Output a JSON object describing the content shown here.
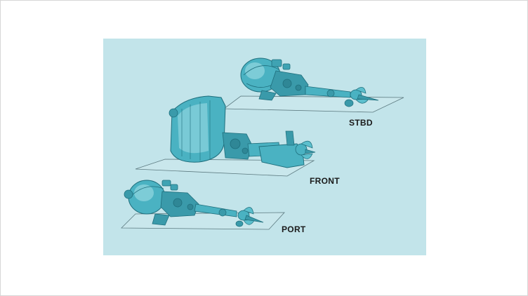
{
  "colors": {
    "panel_bg": "#c2e4ea",
    "model": "#4ab2c2",
    "model_light": "#8ad2dc",
    "model_dark": "#1e6e7c",
    "plane": "#c9e7ec",
    "plane_edge": "#5c7a80",
    "label": "#1a1a1a"
  },
  "views": [
    {
      "id": "stbd",
      "label": "STBD"
    },
    {
      "id": "front",
      "label": "FRONT"
    },
    {
      "id": "port",
      "label": "PORT"
    }
  ],
  "icons": [
    "outboard-motor-3d-model"
  ]
}
